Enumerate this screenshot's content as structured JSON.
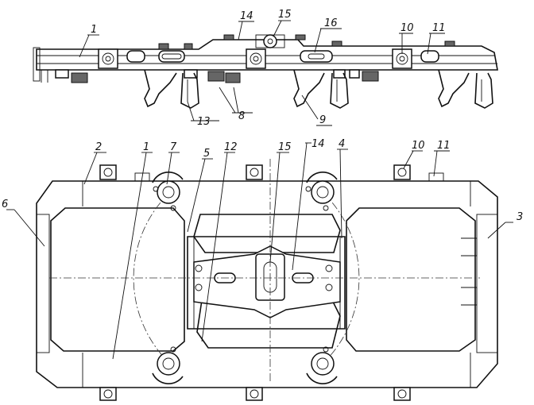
{
  "callouts": {
    "c1_side": "1",
    "c14_side": "14",
    "c15_side": "15",
    "c16": "16",
    "c10_side": "10",
    "c11_side": "11",
    "c13": "13",
    "c8": "8",
    "c9": "9",
    "c2": "2",
    "c1_plan": "1",
    "c7": "7",
    "c5": "5",
    "c12": "12",
    "c15_plan": "15",
    "c14_plan": "14",
    "c4": "4",
    "c10_plan": "10",
    "c11_plan": "11",
    "c6": "6",
    "c3": "3"
  }
}
